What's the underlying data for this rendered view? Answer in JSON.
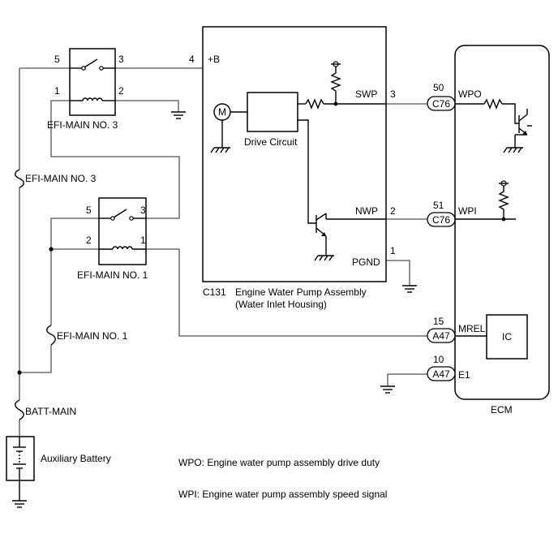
{
  "relays": {
    "efi_main_3": {
      "label": "EFI-MAIN NO. 3",
      "pins": [
        "5",
        "3",
        "1",
        "2"
      ]
    },
    "efi_main_1": {
      "label": "EFI-MAIN NO. 1",
      "pins": [
        "5",
        "3",
        "2",
        "1"
      ]
    }
  },
  "fuses": {
    "efi_main_3": "EFI-MAIN NO. 3",
    "efi_main_1": "EFI-MAIN NO. 1",
    "batt_main": "BATT-MAIN"
  },
  "battery": {
    "label": "Auxiliary Battery"
  },
  "pump": {
    "connector": "C131",
    "name_line1": "Engine Water Pump Assembly",
    "name_line2": "(Water Inlet Housing)",
    "drive_circuit": "Drive Circuit",
    "motor": "M",
    "pins": {
      "b": {
        "num": "4",
        "name": "+B"
      },
      "swp": {
        "num": "3",
        "name": "SWP"
      },
      "nwp": {
        "num": "2",
        "name": "NWP"
      },
      "pgnd": {
        "num": "1",
        "name": "PGND"
      }
    }
  },
  "ecm": {
    "label": "ECM",
    "ic": "IC",
    "pins": {
      "wpo": {
        "num": "50",
        "connector": "C76",
        "name": "WPO"
      },
      "wpi": {
        "num": "51",
        "connector": "C76",
        "name": "WPI"
      },
      "mrel": {
        "num": "15",
        "connector": "A47",
        "name": "MREL"
      },
      "e1": {
        "num": "10",
        "connector": "A47",
        "name": "E1"
      }
    }
  },
  "legend": {
    "wpo": "WPO: Engine water pump assembly drive duty",
    "wpi": "WPI: Engine water pump assembly speed signal"
  }
}
